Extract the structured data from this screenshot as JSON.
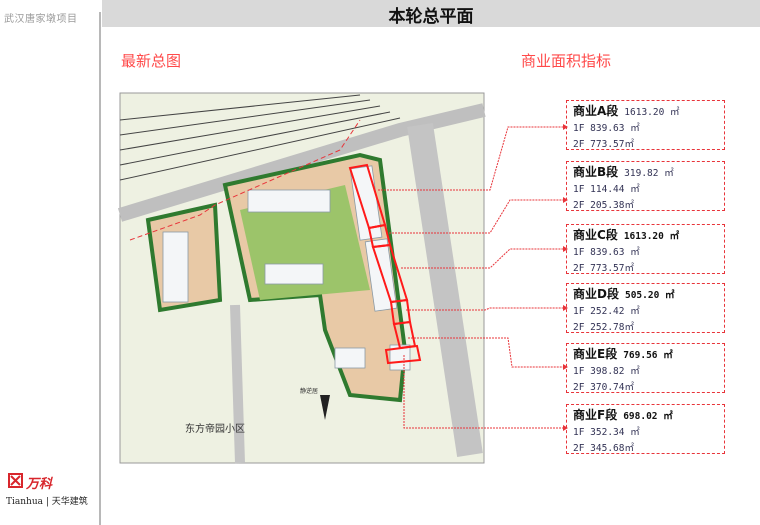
{
  "sidebar": {
    "project_name": "武汉唐家墩项目"
  },
  "header": {
    "title": "本轮总平面"
  },
  "sections": {
    "left_title": "最新总图",
    "right_title": "商业面积指标"
  },
  "map_labels": {
    "community": "东方帝园小区",
    "north_label": "静逆居"
  },
  "commercial": [
    {
      "name": "商业A段",
      "total": "1613.20 ㎡",
      "f1": "1F  839.63 ㎡",
      "f2": "2F 773.57㎡"
    },
    {
      "name": "商业B段",
      "total": "319.82 ㎡",
      "f1": "1F  114.44 ㎡",
      "f2": "2F 205.38㎡"
    },
    {
      "name": "商业C段",
      "total": "1613.20 ㎡",
      "f1": "1F  839.63 ㎡",
      "f2": "2F 773.57㎡"
    },
    {
      "name": "商业D段",
      "total": "505.20 ㎡",
      "f1": "1F  252.42 ㎡",
      "f2": "2F 252.78㎡"
    },
    {
      "name": "商业E段",
      "total": "769.56 ㎡",
      "f1": "1F  398.82 ㎡",
      "f2": "2F 370.74㎡"
    },
    {
      "name": "商业F段",
      "total": "698.02 ㎡",
      "f1": "1F  352.34 ㎡",
      "f2": "2F 345.68㎡"
    }
  ],
  "logos": {
    "vanke": "万科",
    "tianhua": "Tianhua | 天华建筑"
  },
  "colors": {
    "accent_red": "#e8343a",
    "title_red": "#ff4a4a",
    "header_gray": "#d9d9d9"
  }
}
